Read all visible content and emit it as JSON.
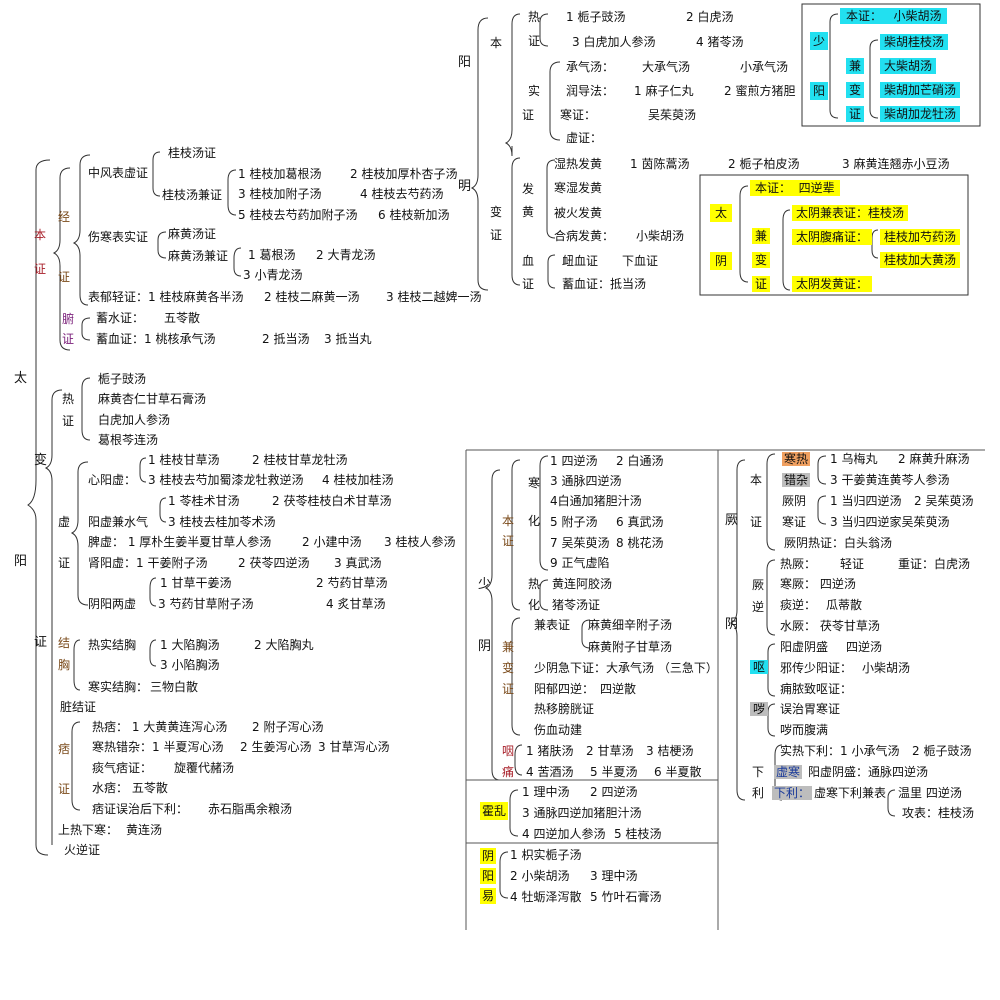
{
  "colors": {
    "cyan_box": "#22e0f0",
    "yellow_box": "#ffff00",
    "red_label": "#a8202a",
    "purple_label": "#7a1f7a",
    "lines": "#333333"
  },
  "taiyang": {
    "t": "太",
    "y": "阳",
    "ben_zheng": [
      "本",
      "证"
    ],
    "jing_zheng": [
      "经",
      "证"
    ],
    "fu_zheng": [
      "腑",
      "证"
    ],
    "zhongfeng": "中风表虚证",
    "guizhi": "桂枝汤证",
    "guizhi_jian": "桂枝汤兼证",
    "gz1": "1 桂枝加葛根汤",
    "gz2": "2 桂枝加厚朴杏子汤",
    "gz3": "3 桂枝加附子汤",
    "gz4": "4 桂枝去芍药汤",
    "gz5": "5 桂枝去芍药加附子汤",
    "gz6": "6 桂枝新加汤",
    "shanghan": "伤寒表实证",
    "mahuang": "麻黄汤证",
    "mahuang_jian": "麻黄汤兼证",
    "mh1": "1 葛根汤",
    "mh2": "2 大青龙汤",
    "mh3": "3 小青龙汤",
    "biaoyu": "表郁轻证：1 桂枝麻黄各半汤",
    "by2": "2 桂枝二麻黄一汤",
    "by3": "3 桂枝二越婢一汤",
    "xushui": "蓄水证：",
    "xushui_f": "五苓散",
    "xuxue": "蓄血证：1 桃核承气汤",
    "xx2": "2 抵当汤",
    "xx3": "3 抵当丸",
    "bian_zheng": [
      "变",
      "证"
    ],
    "re_zheng": [
      "热",
      "证"
    ],
    "r1": "栀子豉汤",
    "r2": "麻黄杏仁甘草石膏汤",
    "r3": "白虎加人参汤",
    "r4": "葛根芩连汤",
    "xu_zheng": [
      "虚",
      "证"
    ],
    "xinyang": "心阳虚：",
    "xy1": "1 桂枝甘草汤",
    "xy2": "2 桂枝甘草龙牡汤",
    "xy3": "3 桂枝去芍加蜀漆龙牡救逆汤",
    "xy4": "4 桂枝加桂汤",
    "yxjs": "阳虚兼水气",
    "yx1": "1 苓桂术甘汤",
    "yx2": "2 茯苓桂枝白术甘草汤",
    "yx3": "3 桂枝去桂加苓术汤",
    "pixu": "脾虚：  1 厚朴生姜半夏甘草人参汤",
    "px2": "2 小建中汤",
    "px3": "3 桂枝人参汤",
    "shenyang": "肾阳虚：1 干姜附子汤",
    "sy2": "2 茯苓四逆汤",
    "sy3": "3 真武汤",
    "yinyang": "阴阳两虚",
    "yy1": "1 甘草干姜汤",
    "yy2": "2 芍药甘草汤",
    "yy3": "3 芍药甘草附子汤",
    "yy4": "4 炙甘草汤",
    "jiexiong": [
      "结",
      "胸"
    ],
    "rejie": "热实结胸",
    "rj1": "1  大陷胸汤",
    "rj2": "2 大陷胸丸",
    "rj3": "3 小陷胸汤",
    "hanjie": "寒实结胸：",
    "hj_f": "三物白散",
    "zangjie": "脏结证",
    "pi_zheng": [
      "痞",
      "证"
    ],
    "repi": "热痞：  1  大黄黄连泻心汤",
    "rp2": "2 附子泻心汤",
    "hanre": "寒热错杂：1 半夏泻心汤",
    "hr2": "2 生姜泻心汤",
    "hr3": "3 甘草泻心汤",
    "tanqi": "痰气痞证：",
    "tq_f": "旋覆代赭汤",
    "shuipi": "水痞：  五苓散",
    "piwu": "痞证误治后下利：",
    "pw_f": "赤石脂禹余粮汤",
    "shangre": "上热下寒：",
    "sr_f": "黄连汤",
    "huoni": "火逆证",
    "zheng": "证"
  },
  "yangming": {
    "y": "阳",
    "m": "明",
    "ben": "本",
    "re_zheng": [
      "热",
      "证"
    ],
    "r1": "1 栀子豉汤",
    "r2": "2 白虎汤",
    "r3": "3 白虎加人参汤",
    "r4": "4 猪苓汤",
    "shi_zheng": [
      "实",
      "证"
    ],
    "chengqi": "承气汤：",
    "cq1": "大承气汤",
    "cq2": "小承气汤",
    "runxia": "润导法：",
    "rx1": "1 麻子仁丸",
    "rx2": "2 蜜煎方猪胆",
    "han": "寒证：",
    "han_f": "吴茱萸汤",
    "xu": "虚证：",
    "bian_zheng": [
      "变",
      "证"
    ],
    "fahuang": [
      "发",
      "黄"
    ],
    "sr": "湿热发黄",
    "sr1": "1 茵陈蒿汤",
    "sr2": "2  栀子柏皮汤",
    "sr3": "3 麻黄连翘赤小豆汤",
    "hs": "寒湿发黄",
    "bh": "被火发黄",
    "hb": "合病发黄：",
    "hb_f": "小柴胡汤",
    "xue_zheng": [
      "血",
      "证"
    ],
    "nx": "衄血证",
    "nx2": "下血证",
    "xx": "蓄血证：抵当汤"
  },
  "shaoyang": {
    "chars": [
      "少",
      "阳"
    ],
    "ben": "本证：",
    "ben_f": "小柴胡汤",
    "jian": "兼",
    "bian": "变",
    "zheng": "证",
    "j1": "柴胡桂枝汤",
    "j2": "大柴胡汤",
    "j3": "柴胡加芒硝汤",
    "j4": "柴胡加龙牡汤"
  },
  "taiyin": {
    "chars": [
      "太",
      "阴"
    ],
    "ben": "本证：",
    "ben_f": "四逆辈",
    "jian": "兼",
    "bian": "变",
    "zheng": "证",
    "j1": "太阴兼表证：桂枝汤",
    "j2": "太阴腹痛证：",
    "j2a": "桂枝加芍药汤",
    "j2b": "桂枝加大黄汤",
    "j3": "太阴发黄证："
  },
  "shaoyin": {
    "chars": [
      "少",
      "阴"
    ],
    "ben_zheng": [
      "本",
      "证"
    ],
    "han_hua": [
      "寒",
      "化"
    ],
    "h1": "1  四逆汤",
    "h2": "2 白通汤",
    "h3": "3 通脉四逆汤",
    "h4": "4白通加猪胆汁汤",
    "h5": "5 附子汤",
    "h6": "6 真武汤",
    "h7": "7 吴茱萸汤",
    "h8": "8 桃花汤",
    "h9": "9 正气虚陷",
    "re_hua": [
      "热",
      "化"
    ],
    "r1": "黄连阿胶汤",
    "r2": "猪苓汤证",
    "jianbian": [
      "兼",
      "变",
      "证"
    ],
    "jb": "兼表证",
    "jb1": "麻黄细辛附子汤",
    "jb2": "麻黄附子甘草汤",
    "jx": "少阴急下证：大承气汤  （三急下）",
    "syn": "阳郁四逆：",
    "syn_f": "四逆散",
    "rp": "热移膀胱证",
    "sx": "伤血动建",
    "yantong": [
      "咽",
      "痛"
    ],
    "y1": "1 猪肤汤",
    "y2": "2 甘草汤",
    "y3": "3 桔梗汤",
    "y4": "4 苦酒汤",
    "y5": "5 半夏汤",
    "y6": "6 半夏散"
  },
  "huoluan": {
    "chars": [
      "霍",
      "乱"
    ],
    "a1": "1 理中汤",
    "a2": "2 四逆汤",
    "a3": "3 通脉四逆加猪胆汁汤",
    "a4": "4 四逆加人参汤",
    "a5": "5 桂枝汤"
  },
  "yinyangyi": {
    "chars": [
      "阴",
      "阳",
      "易"
    ],
    "a1": "1 枳实栀子汤",
    "a2": "2 小柴胡汤",
    "a3": "3 理中汤",
    "a4": "4 牡蛎泽泻散",
    "a5": "5 竹叶石膏汤"
  },
  "jueyin": {
    "chars": [
      "厥",
      "阴"
    ],
    "ben_zheng": [
      "本",
      "证"
    ],
    "hanre": "寒热",
    "cuoza": "错杂",
    "hr1": "1 乌梅丸",
    "hr2": "2 麻黄升麻汤",
    "hr3": "3 干姜黄连黄芩人参汤",
    "jueyin_h": "厥阴",
    "hanzheng": "寒证",
    "hz1": "1 当归四逆汤",
    "hz2": "2 吴茱萸汤",
    "hz3": "3 当归四逆家吴茱萸汤",
    "rezheng": "厥阴热证：白头翁汤",
    "jueni": [
      "厥",
      "逆"
    ],
    "rj": "热厥：",
    "rj_a": "轻证",
    "rj_b": "重证：白虎汤",
    "hj": "寒厥：  四逆汤",
    "tj": "痰逆：",
    "tj_f": "瓜蒂散",
    "sj": "水厥：  茯苓甘草汤",
    "ou": "呕",
    "o1": "阳虚阴盛",
    "o1f": "四逆汤",
    "o2": "邪传少阳证：",
    "o2f": "小柴胡汤",
    "o3": "痈脓致呕证：",
    "yue": "哕",
    "ye1": "误治胃寒证",
    "ye2": "哕而腹满",
    "xia": "下",
    "li": "利",
    "x1": "实热下利：1 小承气汤",
    "x1b": "2 栀子豉汤",
    "xuhan": "虚寒",
    "x2": "阳虚阴盛：通脉四逆汤",
    "xiali": "下利：",
    "x3": "虚寒下利兼表",
    "x3a": "温里 四逆汤",
    "x3b": "攻表：桂枝汤"
  }
}
